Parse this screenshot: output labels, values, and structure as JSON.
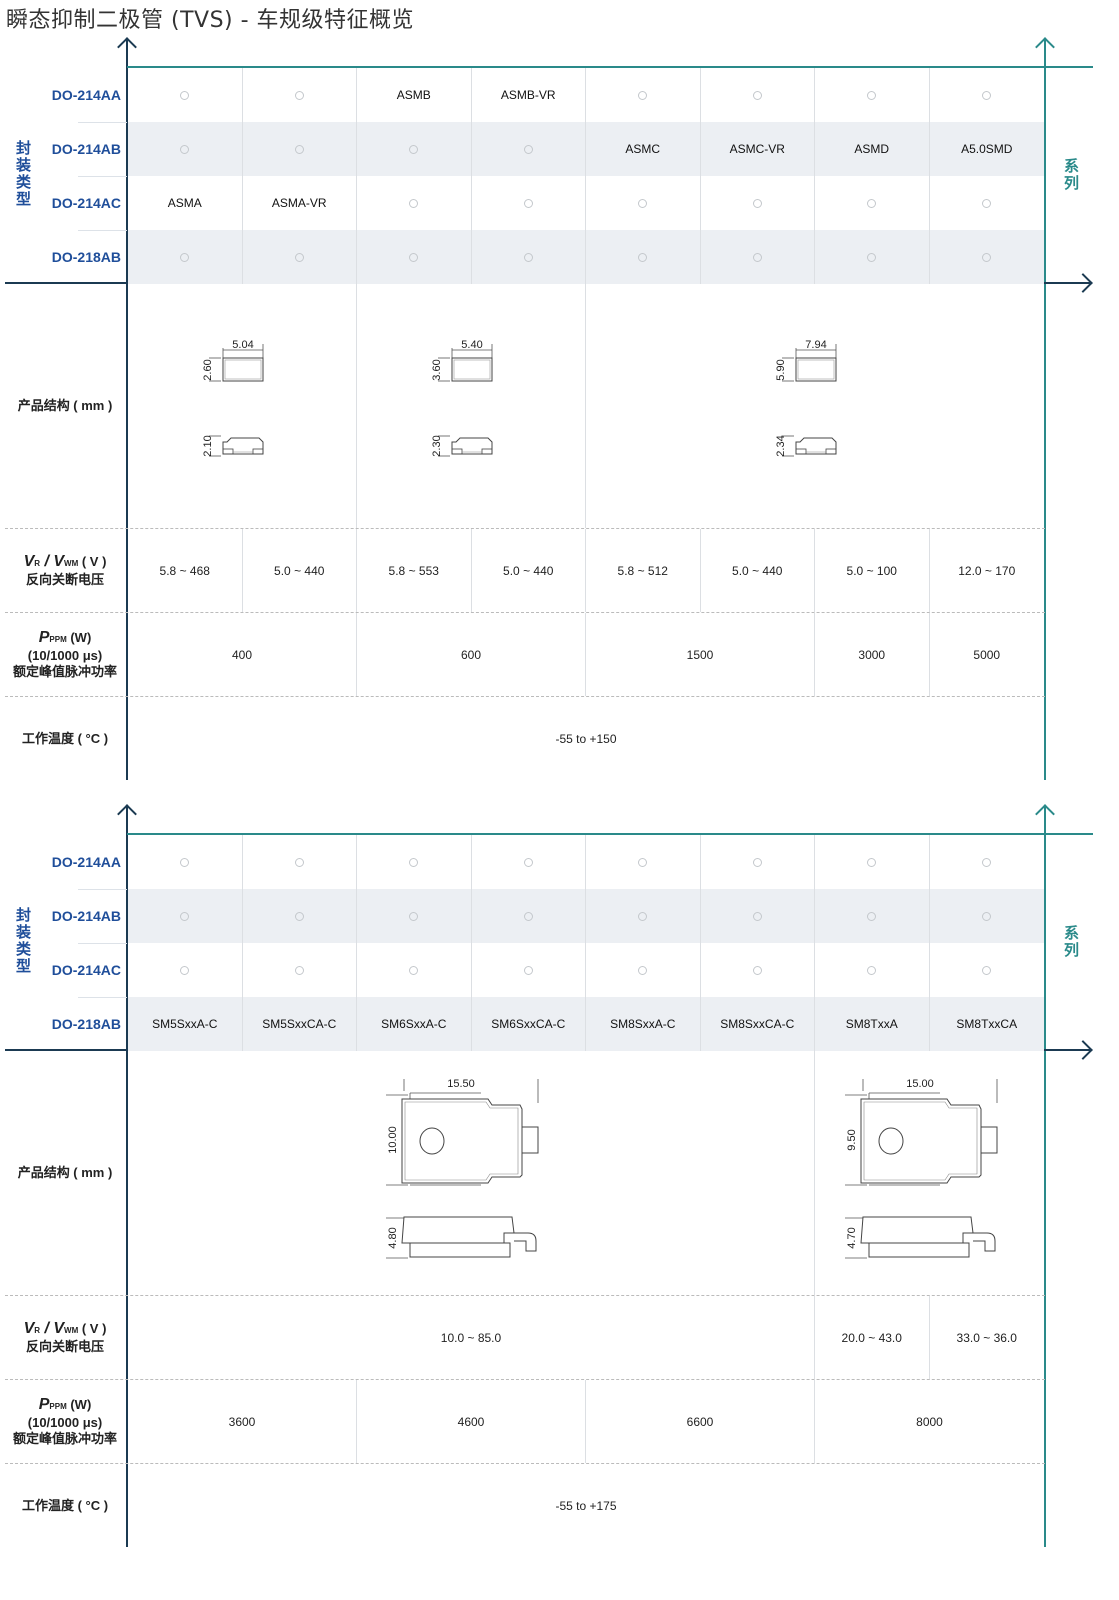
{
  "title": "瞬态抑制二极管 (TVS) - 车规级特征概览",
  "axis_labels": {
    "package_type": "封装类型",
    "series": "系列"
  },
  "param_labels": {
    "structure": "产品结构 ( mm )",
    "vr": {
      "sym1": "V",
      "sub1": "R",
      "sep": " / ",
      "sym2": "V",
      "sub2": "WM",
      "unit": " ( V )",
      "name": "反向关断电压"
    },
    "ppm": {
      "sym": "P",
      "sub": "PPM",
      "unit": " (W)",
      "cond": "(10/1000 μs)",
      "name": "额定峰值脉冲功率"
    },
    "temp": "工作温度 ( °C )"
  },
  "colors": {
    "navy": "#1b3a52",
    "teal": "#2a8a8a",
    "blue": "#1f4e9a",
    "shade": "#eceff3"
  },
  "sections": [
    {
      "packages": [
        "DO-214AA",
        "DO-214AB",
        "DO-214AC",
        "DO-218AB"
      ],
      "grid": [
        [
          "",
          "",
          "ASMB",
          "ASMB-VR",
          "",
          "",
          "",
          ""
        ],
        [
          "",
          "",
          "",
          "",
          "ASMC",
          "ASMC-VR",
          "ASMD",
          "A5.0SMD"
        ],
        [
          "ASMA",
          "ASMA-VR",
          "",
          "",
          "",
          "",
          "",
          ""
        ],
        [
          "",
          "",
          "",
          "",
          "",
          "",
          "",
          ""
        ]
      ],
      "structure": [
        {
          "span": 2,
          "kind": "small",
          "width": "5.04",
          "height": "2.60",
          "side": "2.10"
        },
        {
          "span": 2,
          "kind": "small",
          "width": "5.40",
          "height": "3.60",
          "side": "2.30"
        },
        {
          "span": 4,
          "kind": "small",
          "width": "7.94",
          "height": "5.90",
          "side": "2.34"
        }
      ],
      "vr": [
        {
          "span": 1,
          "value": "5.8 ~ 468"
        },
        {
          "span": 1,
          "value": "5.0 ~ 440"
        },
        {
          "span": 1,
          "value": "5.8 ~ 553"
        },
        {
          "span": 1,
          "value": "5.0 ~ 440"
        },
        {
          "span": 1,
          "value": "5.8 ~ 512"
        },
        {
          "span": 1,
          "value": "5.0 ~ 440"
        },
        {
          "span": 1,
          "value": "5.0 ~ 100"
        },
        {
          "span": 1,
          "value": "12.0 ~ 170"
        }
      ],
      "ppm": [
        {
          "span": 2,
          "value": "400"
        },
        {
          "span": 2,
          "value": "600"
        },
        {
          "span": 2,
          "value": "1500"
        },
        {
          "span": 1,
          "value": "3000"
        },
        {
          "span": 1,
          "value": "5000"
        }
      ],
      "temp": [
        {
          "span": 8,
          "value": "-55 to +150"
        }
      ]
    },
    {
      "packages": [
        "DO-214AA",
        "DO-214AB",
        "DO-214AC",
        "DO-218AB"
      ],
      "grid": [
        [
          "",
          "",
          "",
          "",
          "",
          "",
          "",
          ""
        ],
        [
          "",
          "",
          "",
          "",
          "",
          "",
          "",
          ""
        ],
        [
          "",
          "",
          "",
          "",
          "",
          "",
          "",
          ""
        ],
        [
          "SM5SxxA-C",
          "SM5SxxCA-C",
          "SM6SxxA-C",
          "SM6SxxCA-C",
          "SM8SxxA-C",
          "SM8SxxCA-C",
          "SM8TxxA",
          "SM8TxxCA"
        ]
      ],
      "structure": [
        {
          "span": 6,
          "kind": "large",
          "width": "15.50",
          "height": "10.00",
          "side": "4.80"
        },
        {
          "span": 2,
          "kind": "large",
          "width": "15.00",
          "height": "9.50",
          "side": "4.70"
        }
      ],
      "vr": [
        {
          "span": 6,
          "value": "10.0 ~ 85.0"
        },
        {
          "span": 1,
          "value": "20.0 ~ 43.0"
        },
        {
          "span": 1,
          "value": "33.0 ~ 36.0"
        }
      ],
      "ppm": [
        {
          "span": 2,
          "value": "3600"
        },
        {
          "span": 2,
          "value": "4600"
        },
        {
          "span": 2,
          "value": "6600"
        },
        {
          "span": 2,
          "value": "8000"
        }
      ],
      "temp": [
        {
          "span": 8,
          "value": "-55 to +175"
        }
      ]
    }
  ]
}
